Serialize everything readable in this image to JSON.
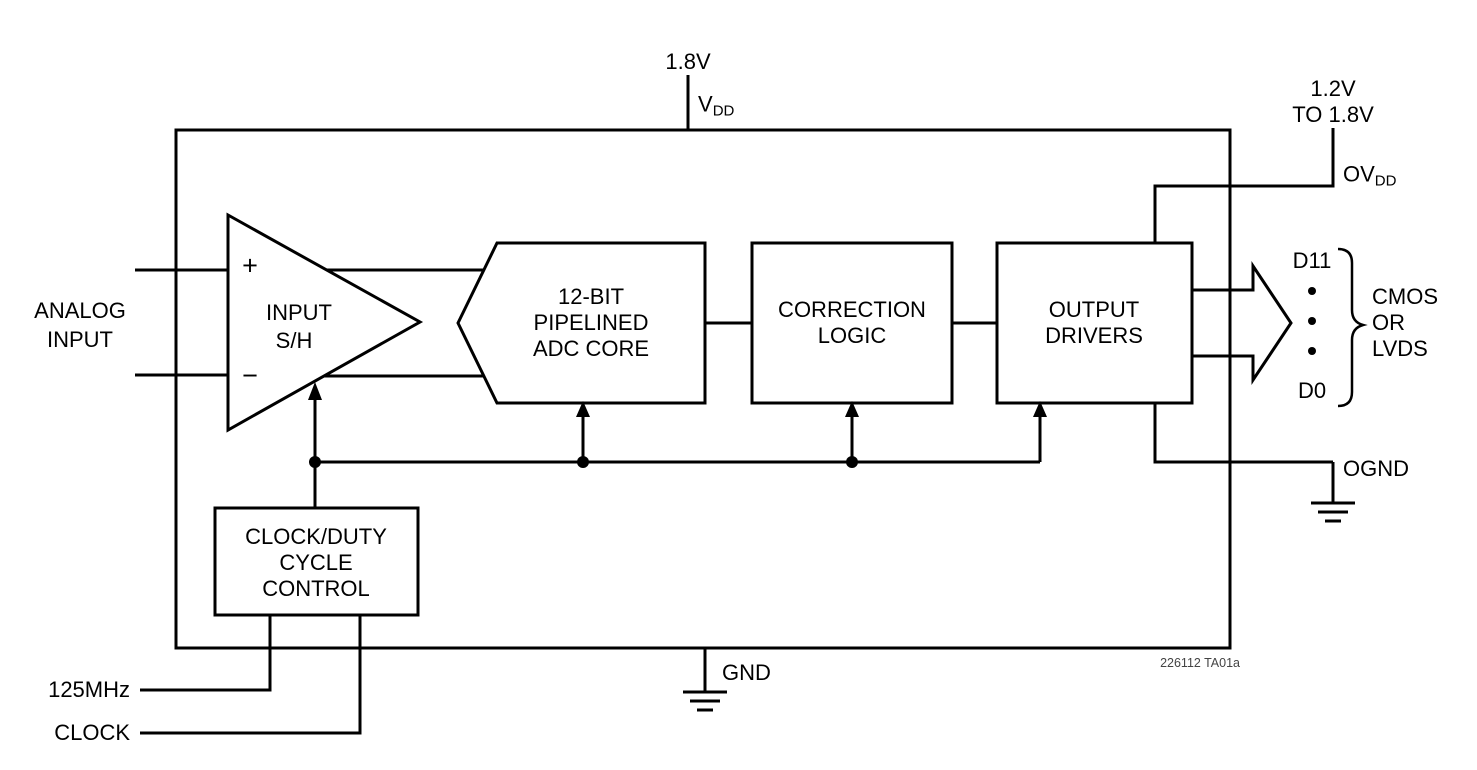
{
  "figure": {
    "code": "226112 TA01a"
  },
  "power": {
    "vdd": {
      "value": "1.8V",
      "name": "V",
      "sub": "DD"
    },
    "ovdd": {
      "value_line1": "1.2V",
      "value_line2": "TO 1.8V",
      "name": "OV",
      "sub": "DD"
    },
    "ognd": {
      "label": "OGND"
    },
    "gnd": {
      "label": "GND"
    }
  },
  "analog_input": {
    "line1": "ANALOG",
    "line2": "INPUT",
    "plus": "+",
    "minus": "−"
  },
  "clock_inputs": {
    "frequency": "125MHz",
    "clock": "CLOCK"
  },
  "blocks": {
    "input_sh": {
      "line1": "INPUT",
      "line2": "S/H"
    },
    "adc_core": {
      "line1": "12-BIT",
      "line2": "PIPELINED",
      "line3": "ADC CORE"
    },
    "correction_logic": {
      "line1": "CORRECTION",
      "line2": "LOGIC"
    },
    "output_drivers": {
      "line1": "OUTPUT",
      "line2": "DRIVERS"
    },
    "clock_control": {
      "line1": "CLOCK/DUTY",
      "line2": "CYCLE",
      "line3": "CONTROL"
    }
  },
  "output_bus": {
    "msb": "D11",
    "lsb": "D0",
    "standard_line1": "CMOS",
    "standard_line2": "OR",
    "standard_line3": "LVDS"
  },
  "colors": {
    "line": "#000000",
    "background": "#ffffff"
  }
}
